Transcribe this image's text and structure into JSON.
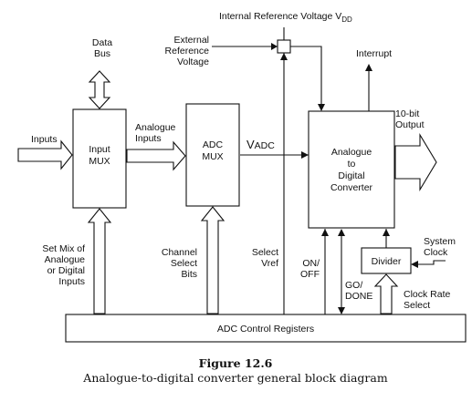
{
  "blocks": {
    "input_mux": [
      "Input",
      "MUX"
    ],
    "adc_mux": [
      "ADC",
      "MUX"
    ],
    "converter": [
      "Analogue",
      "to",
      "Digital",
      "Converter"
    ],
    "divider": "Divider",
    "control_registers": "ADC Control Registers"
  },
  "labels": {
    "internal_ref": "Internal Reference Voltage V",
    "internal_ref_sub": "DD",
    "data_bus": [
      "Data",
      "Bus"
    ],
    "external_ref": [
      "External",
      "Reference",
      "Voltage"
    ],
    "interrupt": "Interrupt",
    "output": [
      "10-bit",
      "Output"
    ],
    "inputs": "Inputs",
    "analogue_inputs": [
      "Analogue",
      "Inputs"
    ],
    "vadc_main": "V",
    "vadc_sub": "ADC",
    "set_mix": [
      "Set Mix of",
      "Analogue",
      "or Digital",
      "Inputs"
    ],
    "channel_select": [
      "Channel",
      "Select",
      "Bits"
    ],
    "select_vref": [
      "Select",
      "Vref"
    ],
    "on_off": [
      "ON/",
      "OFF"
    ],
    "go_done": [
      "GO/",
      "DONE"
    ],
    "system_clock": [
      "System",
      "Clock"
    ],
    "clock_rate": [
      "Clock Rate",
      "Select"
    ]
  },
  "caption": {
    "title": "Figure 12.6",
    "subtitle": "Analogue-to-digital converter general block diagram"
  }
}
